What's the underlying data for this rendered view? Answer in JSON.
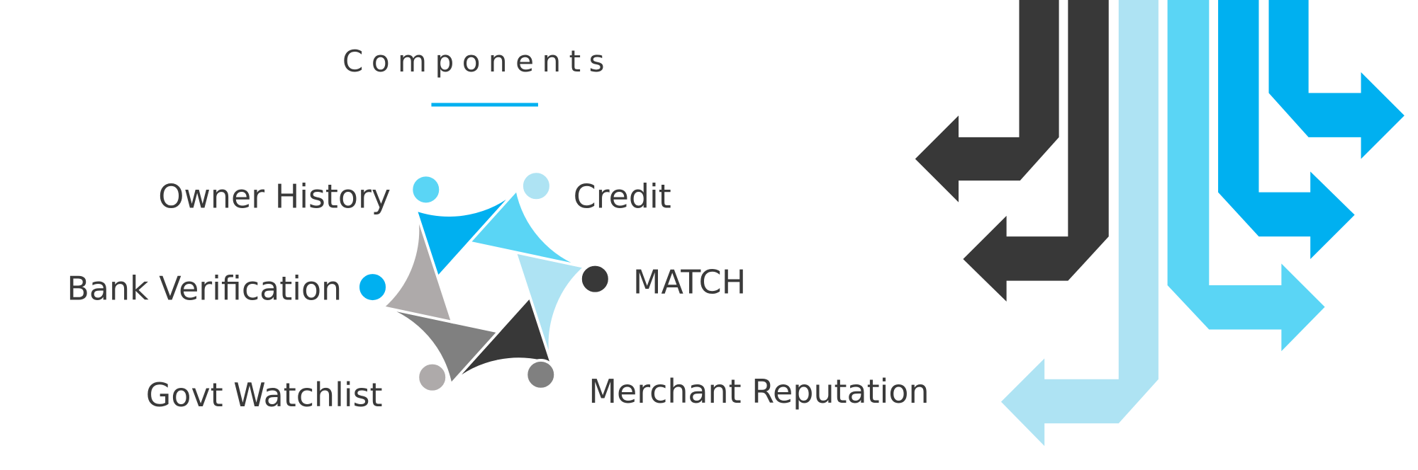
{
  "title": "Components",
  "colors": {
    "accent": "#00b0f0",
    "credit": "#aee3f3",
    "match": "#383838",
    "merchant": "#808080",
    "govt": "#aeaaaa",
    "bank": "#00b0f0",
    "owner": "#5ad5f5",
    "text": "#3a3a3a"
  },
  "components": [
    {
      "key": "credit",
      "label": "Credit"
    },
    {
      "key": "match",
      "label": "MATCH"
    },
    {
      "key": "merchant",
      "label": "Merchant Reputation"
    },
    {
      "key": "govt",
      "label": "Govt Watchlist"
    },
    {
      "key": "bank",
      "label": "Bank Verification"
    },
    {
      "key": "owner",
      "label": "Owner History"
    }
  ]
}
